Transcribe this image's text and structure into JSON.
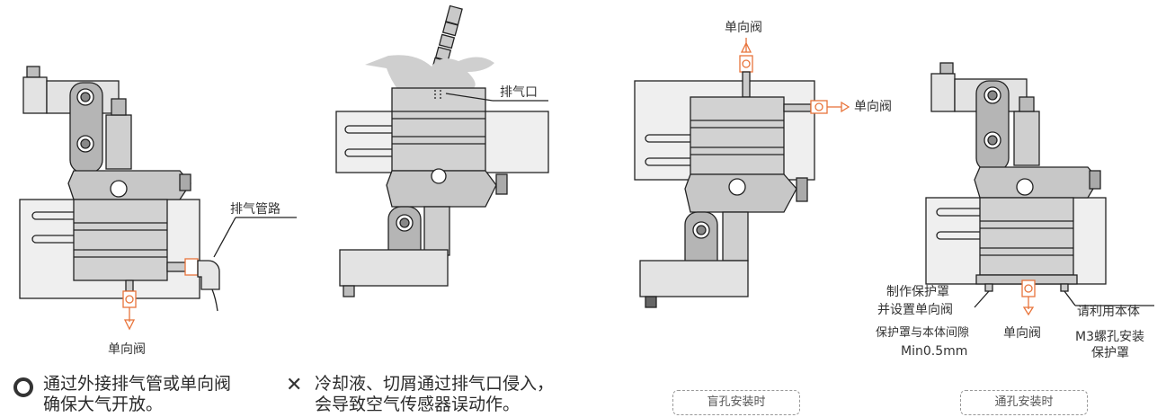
{
  "labels": {
    "check_valve_bottom_1": "单向阀",
    "exhaust_pipe": "排气管路",
    "exhaust_port": "排气口",
    "check_valve_top_3": "单向阀",
    "check_valve_side_3": "单向阀",
    "cover_make": "制作保护罩",
    "cover_valve": "并设置单向阀",
    "cover_gap": "保护罩与本体间隙",
    "cover_gap_min": "Min0.5mm",
    "check_valve_bottom_4": "单向阀",
    "body_use": "请利用本体",
    "m3_hole": "M3螺孔安装",
    "cover": "保护罩"
  },
  "notes": {
    "ok_symbol": "○",
    "ok_line1": "通过外接排气管或单向阀",
    "ok_line2": "确保大气开放。",
    "ng_symbol": "✕",
    "ng_line1": "冷却液、切屑通过排气口侵入，",
    "ng_line2": "会导致空气传感器误动作。"
  },
  "badges": {
    "blind_hole": "盲孔安装时",
    "through_hole": "通孔安装时"
  },
  "colors": {
    "body_fill": "#d9d9d9",
    "dark_fill": "#b8b8b8",
    "valve_orange": "#e8743b",
    "line": "#222222"
  }
}
